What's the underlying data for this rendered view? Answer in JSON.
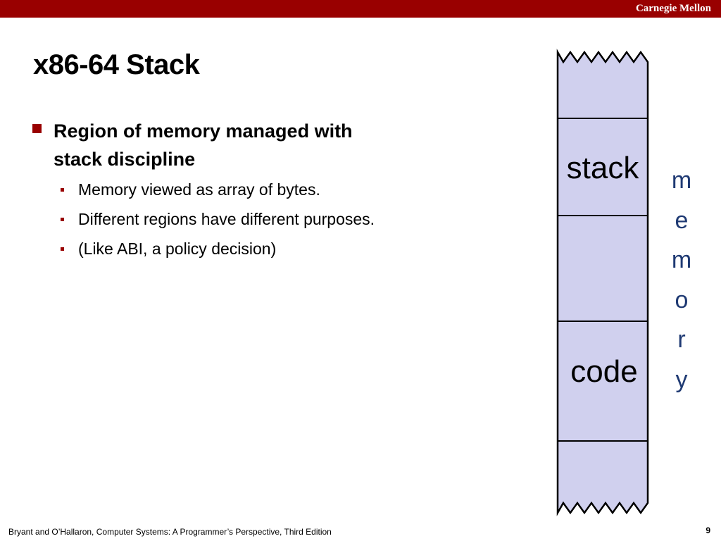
{
  "header": {
    "brand": "Carnegie Mellon"
  },
  "slide": {
    "title": "x86-64 Stack",
    "bullet": "Region of memory managed with stack discipline",
    "sub_bullets": [
      "Memory viewed as array of bytes.",
      "Different regions have different purposes.",
      "(Like ABI, a policy decision)"
    ]
  },
  "diagram": {
    "stack_label": "stack",
    "code_label": "code",
    "memory_letters": [
      "m",
      "e",
      "m",
      "o",
      "r",
      "y"
    ],
    "region_fill": "#d0d0ee",
    "text_color": "#1f3a73"
  },
  "footer": {
    "citation": "Bryant and O’Hallaron, Computer Systems: A Programmer’s Perspective, Third Edition",
    "page_number": "9"
  },
  "colors": {
    "accent": "#990000"
  }
}
